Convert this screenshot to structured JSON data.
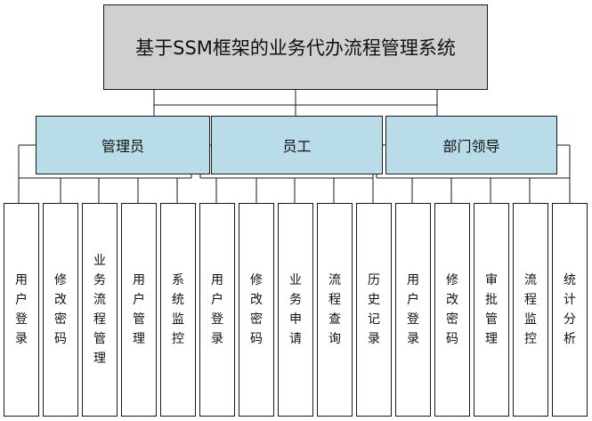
{
  "title": "基于SSM框架的业务代办流程管理系统",
  "roles": [
    {
      "name": "管理员",
      "functions": [
        "用户登录",
        "修改密码",
        "业务流程管理",
        "用户管理",
        "系统监控"
      ]
    },
    {
      "name": "员工",
      "functions": [
        "用户登录",
        "修改密码",
        "业务申请",
        "流程查询",
        "历史记录"
      ]
    },
    {
      "name": "部门领导",
      "functions": [
        "用户登录",
        "修改密码",
        "审批管理",
        "流程监控",
        "统计分析"
      ]
    }
  ],
  "colors": {
    "title_fill": "#d0d0d0",
    "role_fill": "#b9dde8",
    "leaf_fill": "#ffffff",
    "line": "#1a1a1a"
  }
}
